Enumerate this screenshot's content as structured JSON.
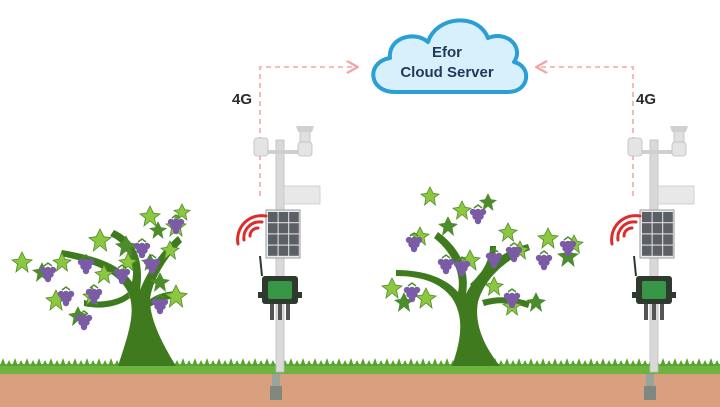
{
  "cloud": {
    "line1": "Efor",
    "line2": "Cloud Server"
  },
  "links": {
    "left_label": "4G",
    "right_label": "4G"
  },
  "colors": {
    "cloud_fill": "#d8f0fb",
    "cloud_stroke": "#2a9fd6",
    "cloud_text": "#1f3a5a",
    "dashed_line": "#f2a6a6",
    "signal": "#e02b2b",
    "tree_trunk": "#3f7a1f",
    "leaf_light": "#8dc63f",
    "leaf_dark": "#4c8c2b",
    "grape": "#7b5ba6",
    "grass": "#6cb33f",
    "soil": "#d8a07e",
    "mast": "#d9d9d9",
    "logger_box": "#2f3a2f",
    "logger_accent": "#3aa84b"
  },
  "icons": [
    "cloud-icon",
    "weather-station-icon",
    "tree-icon",
    "signal-wave-icon",
    "solar-panel-icon",
    "data-logger-icon",
    "soil-sensor-icon"
  ]
}
